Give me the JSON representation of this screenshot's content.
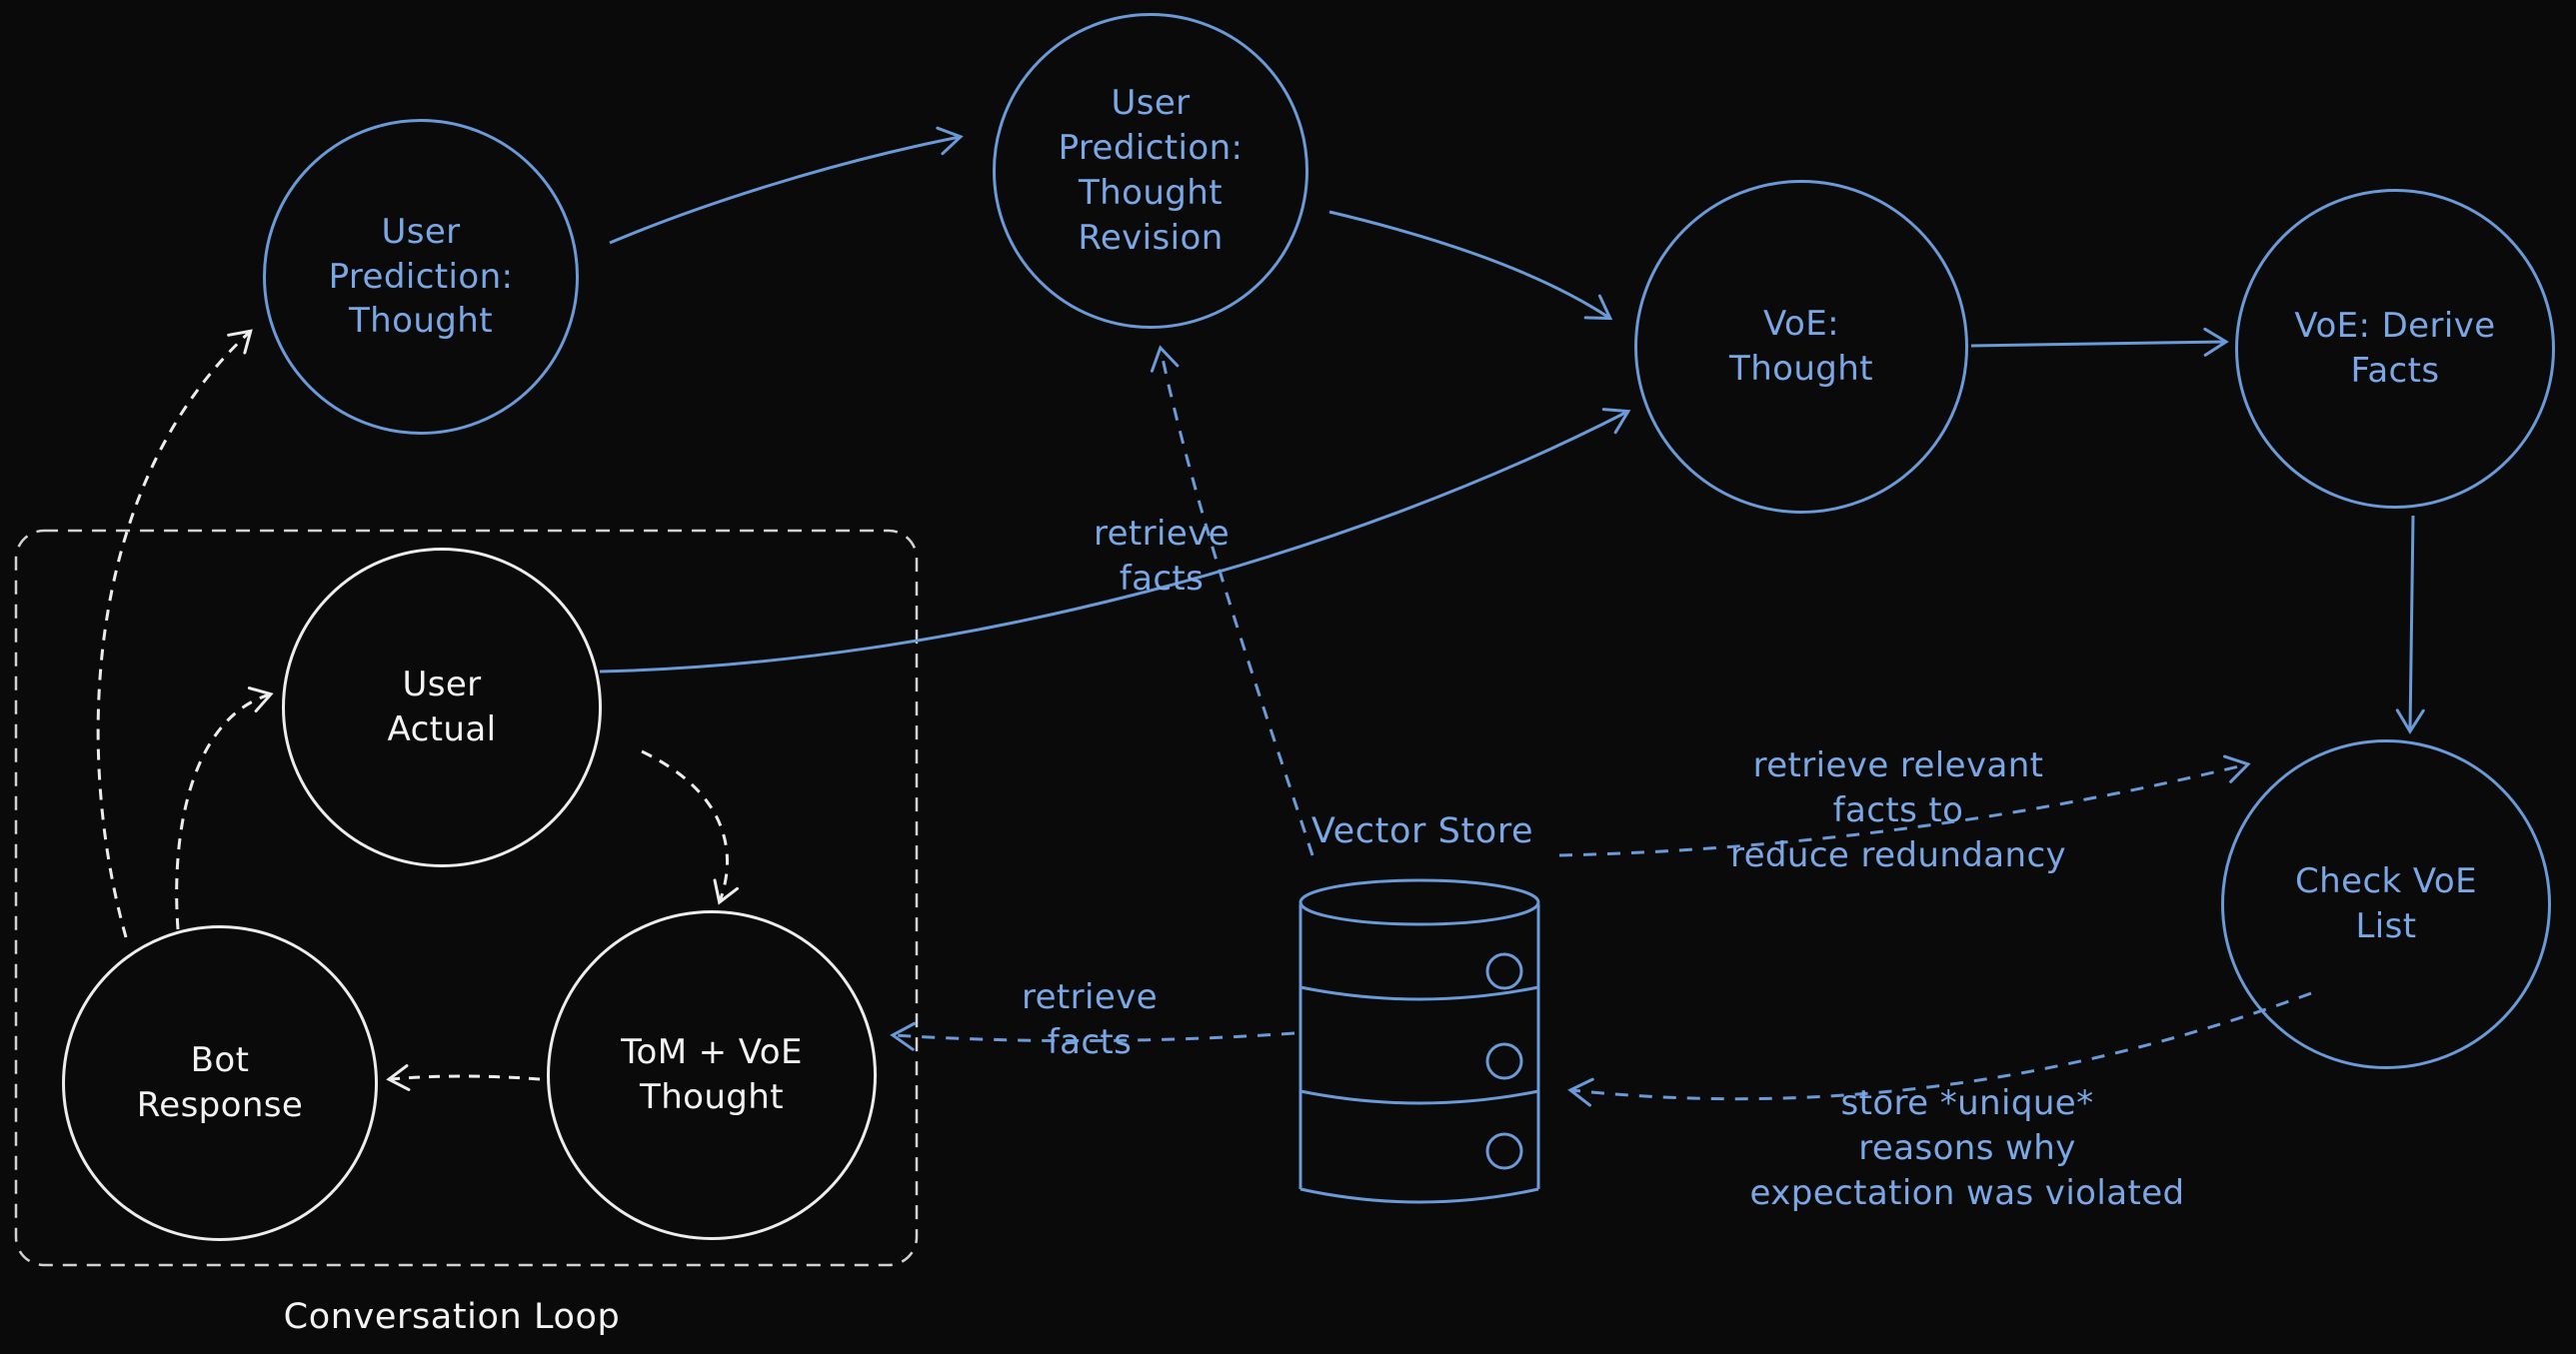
{
  "canvas": {
    "background": "#0a0a0a",
    "blue_stroke": "#6a9ad8",
    "blue_text": "#7aa7e6",
    "white_stroke": "#ededed",
    "white_text": "#f3f3f3"
  },
  "nodes": {
    "user_prediction_thought": "User\nPrediction:\nThought",
    "user_prediction_thought_revision": "User\nPrediction:\nThought\nRevision",
    "voe_thought": "VoE:\nThought",
    "voe_derive_facts": "VoE: Derive\nFacts",
    "check_voe_list": "Check VoE\nList",
    "user_actual": "User\nActual",
    "bot_response": "Bot\nResponse",
    "tom_voe_thought": "ToM + VoE\nThought"
  },
  "labels": {
    "conversation_loop": "Conversation Loop",
    "vector_store": "Vector Store"
  },
  "annotations": {
    "retrieve_facts_top": "retrieve\nfacts",
    "retrieve_relevant": "retrieve relevant\nfacts to\nreduce redundancy",
    "retrieve_facts_left": "retrieve\nfacts",
    "store_unique": "store *unique*\nreasons why\nexpectation was violated"
  }
}
